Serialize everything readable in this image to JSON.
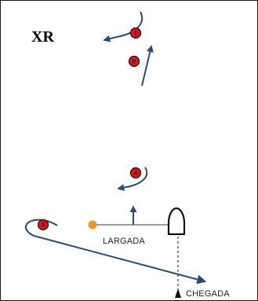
{
  "title": "XR",
  "labels": {
    "start": "LARGADA",
    "finish": "CHEGADA"
  },
  "marks": [
    {
      "id": "1",
      "label": "1"
    },
    {
      "id": "P",
      "label": "P"
    },
    {
      "id": "4",
      "label": "4"
    },
    {
      "id": "5",
      "label": "5"
    }
  ],
  "colors": {
    "course_line": "#2a4a7a",
    "mark_fill": "#d11a1a",
    "mark_stroke": "#2b0a0a",
    "pin_buoy": "#f5922a",
    "committee_boat": "#111111",
    "frame": "#1a1a1a"
  }
}
